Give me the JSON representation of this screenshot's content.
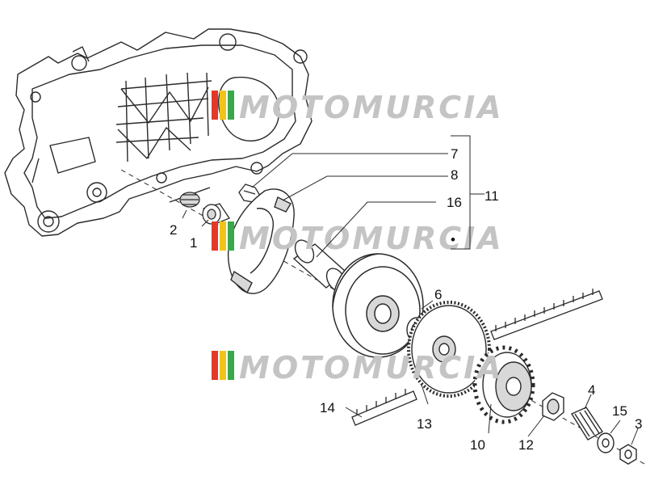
{
  "diagram": {
    "watermark": "MOTOMURCIA",
    "colors": {
      "line": "#2a2a2a",
      "part_fill": "#ffffff",
      "part_shade": "#d8d8d8",
      "watermark": "#c4c4c4",
      "logo_red": "#e23a2a",
      "logo_yellow": "#f2c419",
      "logo_green": "#3aa84a"
    },
    "callouts": {
      "c1": "1",
      "c2": "2",
      "c3": "3",
      "c4": "4",
      "c6": "6",
      "c7": "7",
      "c8": "8",
      "c10": "10",
      "c11": "11",
      "c12": "12",
      "c13": "13",
      "c14": "14",
      "c15": "15",
      "c16": "16"
    },
    "group_bullet": "•"
  }
}
